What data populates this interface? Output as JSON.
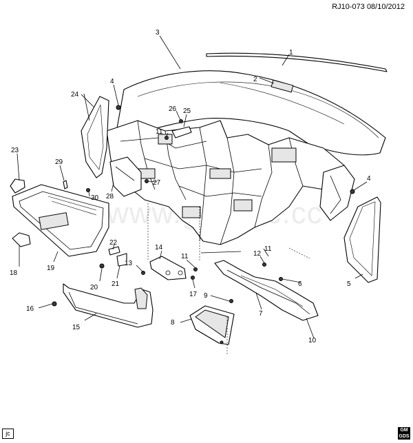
{
  "header": {
    "reference": "RJ10-073 08/10/2012"
  },
  "corner_tag": "jc",
  "logo_text": [
    "GM",
    "GDS"
  ],
  "watermark": "www.gaskac.cc",
  "callouts": [
    "1",
    "2",
    "3",
    "4",
    "4",
    "5",
    "6",
    "7",
    "8",
    "9",
    "10",
    "11",
    "11",
    "11",
    "12",
    "13",
    "14",
    "15",
    "16",
    "17",
    "18",
    "19",
    "20",
    "21",
    "22",
    "23",
    "24",
    "25",
    "26",
    "27",
    "28",
    "29",
    "30"
  ]
}
